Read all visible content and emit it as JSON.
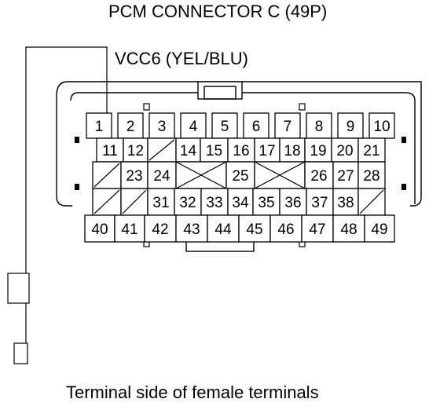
{
  "header": {
    "title": "PCM CONNECTOR C (49P)",
    "wire_label": "VCC6 (YEL/BLU)"
  },
  "footer": {
    "caption": "Terminal side of female terminals"
  },
  "connector": {
    "row1": [
      "1",
      "2",
      "3",
      "4",
      "5",
      "6",
      "7",
      "8",
      "9",
      "10"
    ],
    "row2": [
      "11",
      "12",
      "",
      "14",
      "15",
      "16",
      "17",
      "18",
      "19",
      "20",
      "21"
    ],
    "row3": [
      "",
      "23",
      "24",
      "",
      "25",
      "",
      "26",
      "27",
      "28"
    ],
    "row4": [
      "",
      "",
      "31",
      "32",
      "33",
      "34",
      "35",
      "36",
      "37",
      "38",
      ""
    ],
    "row5": [
      "40",
      "41",
      "42",
      "43",
      "44",
      "45",
      "46",
      "47",
      "48",
      "49"
    ]
  }
}
